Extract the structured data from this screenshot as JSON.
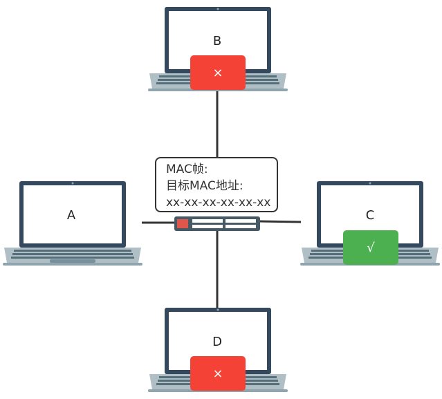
{
  "nodes": {
    "a": {
      "label": "A"
    },
    "b": {
      "label": "B",
      "status": "×"
    },
    "c": {
      "label": "C",
      "status": "√"
    },
    "d": {
      "label": "D",
      "status": "×"
    }
  },
  "frame": {
    "line1": "MAC帧:",
    "line2": "目标MAC地址:",
    "line3": "xx-xx-xx-xx-xx-xx"
  },
  "colors": {
    "reject": "#f44336",
    "accept": "#4caf50",
    "laptop_frame": "#34495e",
    "laptop_base": "#b0bec5"
  }
}
